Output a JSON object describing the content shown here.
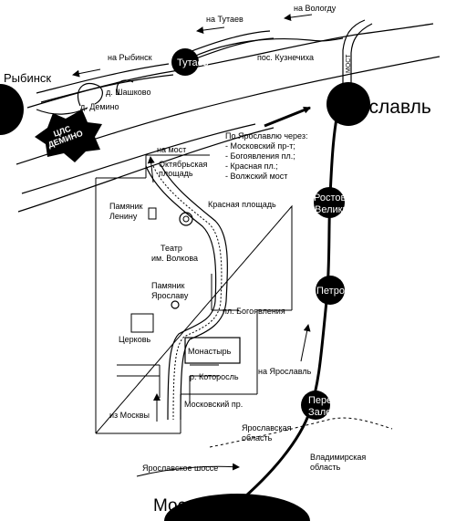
{
  "route": {
    "towards_vologda": "на Вологду",
    "towards_tutaev": "на Тутаев",
    "towards_rybinsk": "на Рыбинск",
    "to_bridge": "на мост",
    "towards_yaroslavl": "на Ярославль",
    "from_moscow": "из Москвы",
    "highway": "Ярославское шоссе"
  },
  "cities": {
    "rybinsk": "Рыбинск",
    "tutaev": "Тутаев",
    "yaroslavl": "Ярославль",
    "rostov": [
      "Ростов",
      "Великий"
    ],
    "petrovsk": "Петровск",
    "pereslavl": [
      "Переславль",
      "Залесский"
    ],
    "moscow": "Москва"
  },
  "places": {
    "kuznechikha": "пос. Кузнечиха",
    "shashkovo": "д. Шашково",
    "demino_village": "д. Демино",
    "demino_center": [
      "ЦЛС",
      "ДЕМИНО"
    ],
    "bridge": "МОСТ"
  },
  "city_route": {
    "title": "По Ярославлю через:",
    "items": [
      "- Московский пр-т;",
      "- Богоявления пл.;",
      "- Красная пл.;",
      "- Волжский мост"
    ]
  },
  "city_plan": {
    "oktyabrskaya_1": "Октябрьская",
    "oktyabrskaya_2": "площадь",
    "krasnaya": "Красная площадь",
    "lenin_1": "Памяник",
    "lenin_2": "Ленину",
    "theatre_1": "Театр",
    "theatre_2": "им. Волкова",
    "yaroslav_1": "Памяник",
    "yaroslav_2": "Ярославу",
    "bogoyavleniya": "пл. Богоявления",
    "church": "Церковь",
    "monastery": "Монастырь",
    "kotorosl": "р. Которосль",
    "moskovsky": "Московский пр."
  },
  "regions": {
    "yaroslavl_1": "Ярославская",
    "yaroslavl_2": "область",
    "vladimir_1": "Владимирская",
    "vladimir_2": "область"
  }
}
